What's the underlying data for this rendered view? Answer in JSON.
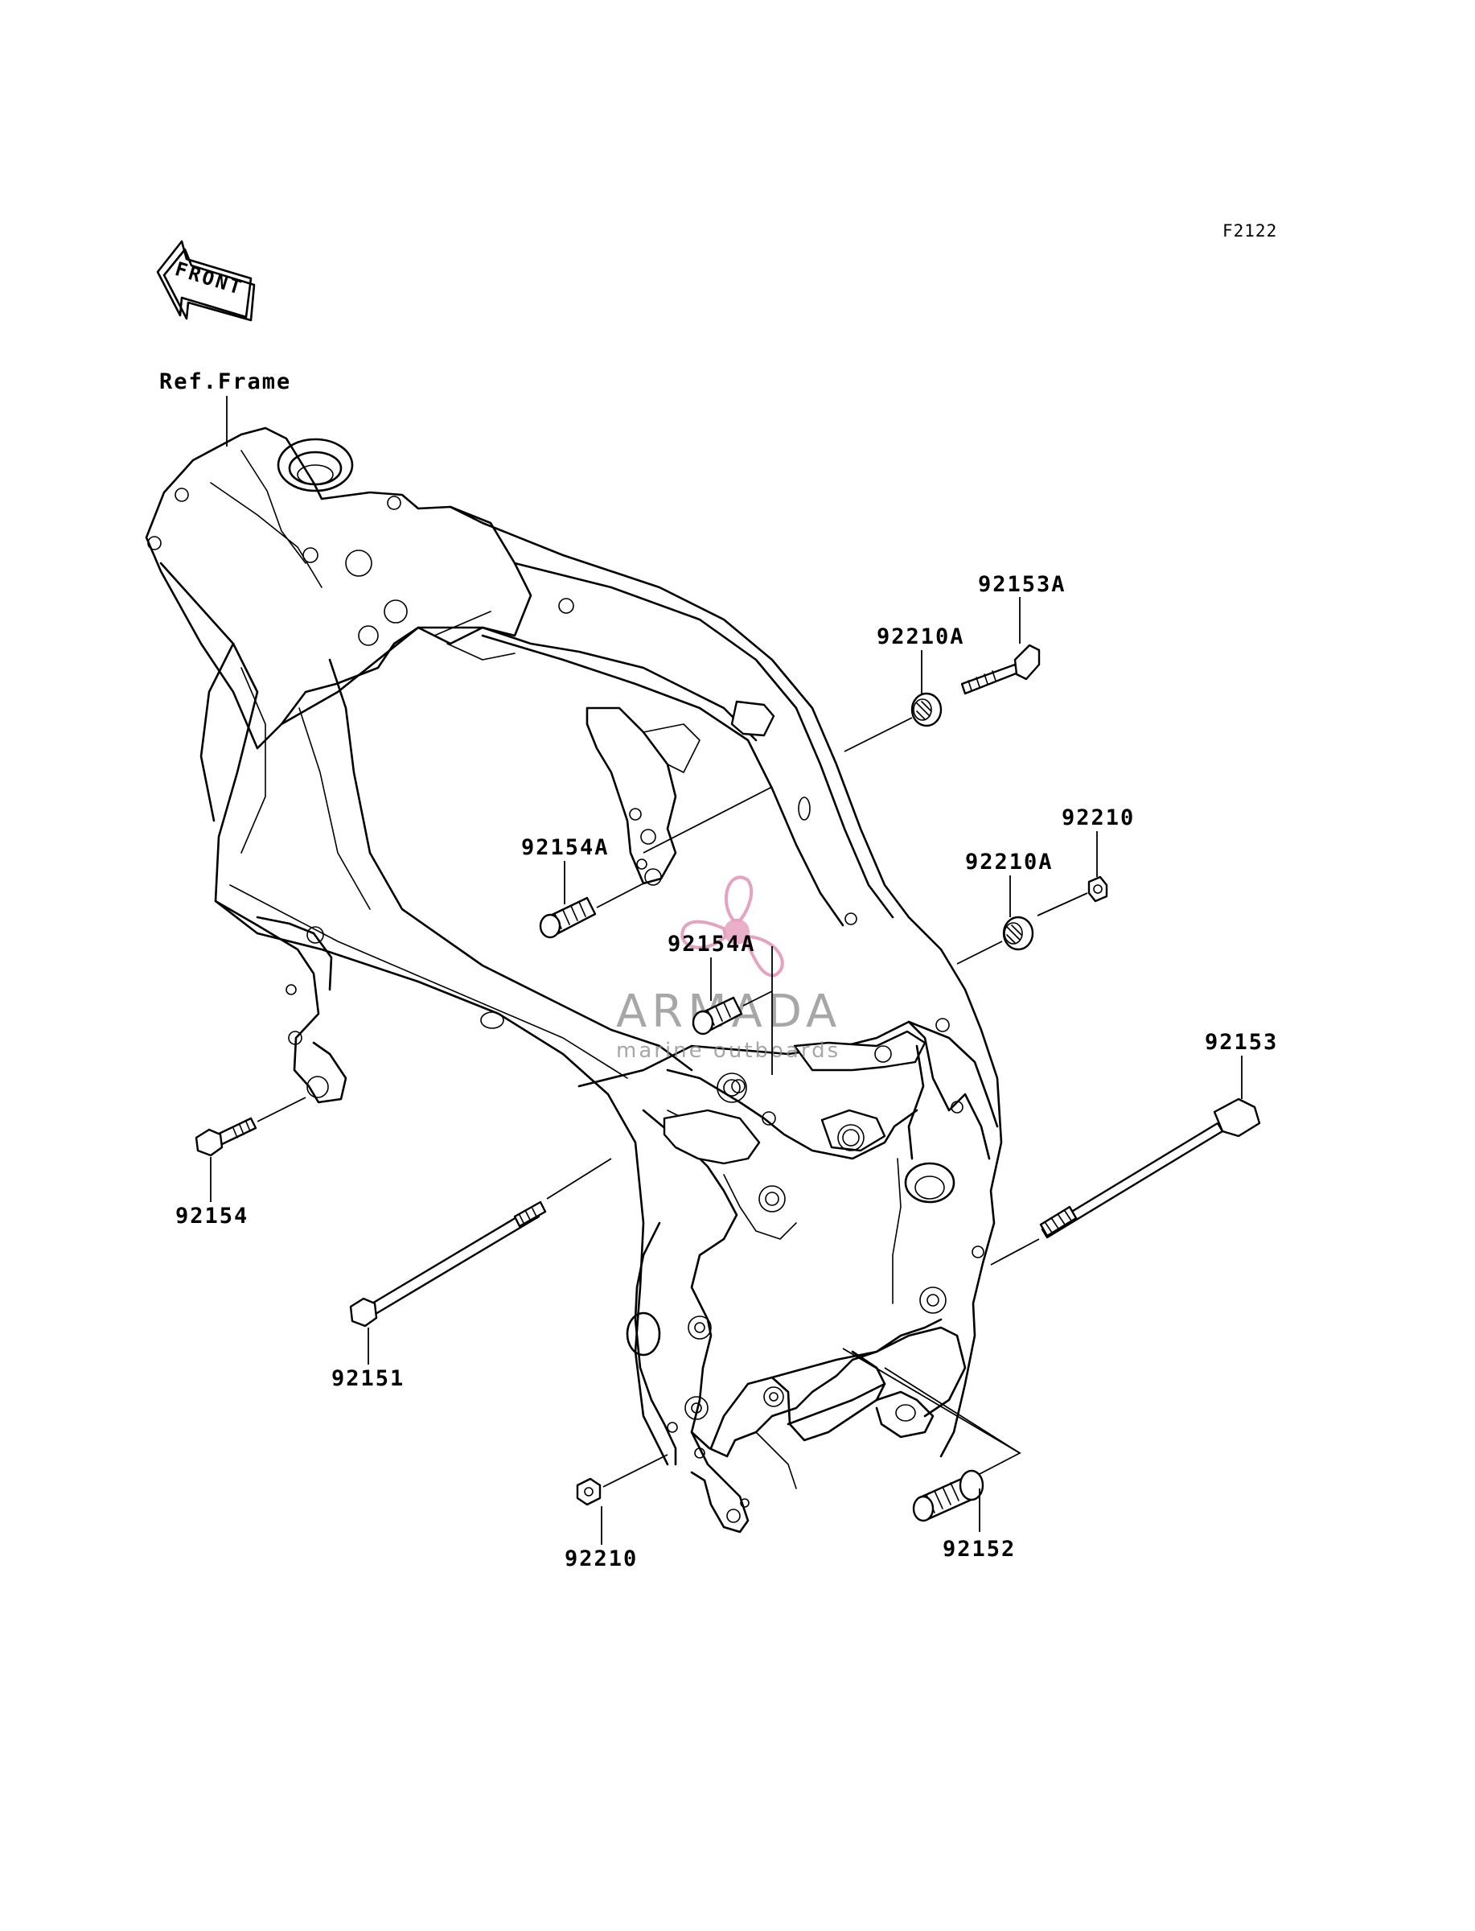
{
  "diagram_code": "F2122",
  "front_arrow": {
    "text": "FRONT",
    "icon": "front-direction-arrow-icon"
  },
  "reference": "Ref.Frame",
  "parts": {
    "p92153A": "92153A",
    "p92210A_top": "92210A",
    "p92210_right": "92210",
    "p92210A_mid": "92210A",
    "p92154A_left": "92154A",
    "p92154A_center": "92154A",
    "p92153": "92153",
    "p92154": "92154",
    "p92151": "92151",
    "p92210_bottom": "92210",
    "p92152": "92152"
  },
  "watermark": {
    "brand": "ARMADA",
    "tagline": "marine outboards",
    "icon": "propeller-logo-icon",
    "logo_color": "#e6a2bf"
  }
}
